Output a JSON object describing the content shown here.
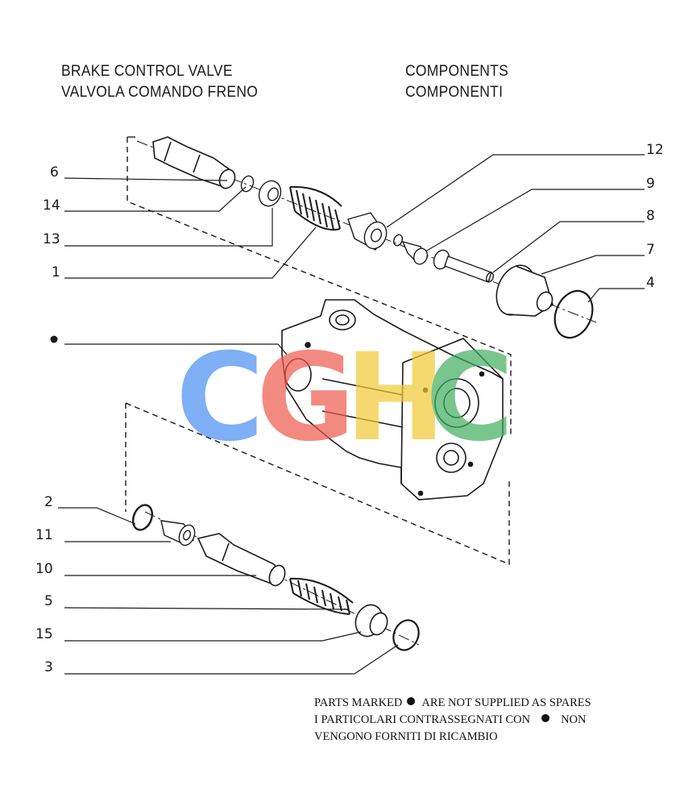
{
  "titles": {
    "left": [
      "BRAKE CONTROL VALVE",
      "VALVOLA COMANDO FRENO"
    ],
    "right": [
      "COMPONENTS",
      "COMPONENTI"
    ]
  },
  "callouts_left": [
    "6",
    "14",
    "13",
    "1",
    "2",
    "11",
    "10",
    "5",
    "15",
    "3"
  ],
  "callouts_right": [
    "12",
    "9",
    "8",
    "7",
    "4"
  ],
  "note": {
    "line1_before": "PARTS MARKED",
    "line1_after": "ARE NOT SUPPLIED AS SPARES",
    "line2_before": "I PARTICOLARI CONTRASSEGNATI CON",
    "line2_after": "NON",
    "line3": "VENGONO FORNITI DI RICAMBIO"
  },
  "watermark": {
    "letters": [
      "C",
      "G",
      "H",
      "C"
    ],
    "colors": [
      "#4a8ef0",
      "#ee5a4e",
      "#f2c934",
      "#3fae5f"
    ]
  },
  "colors": {
    "ink": "#1a1a1a",
    "paper": "#ffffff"
  }
}
